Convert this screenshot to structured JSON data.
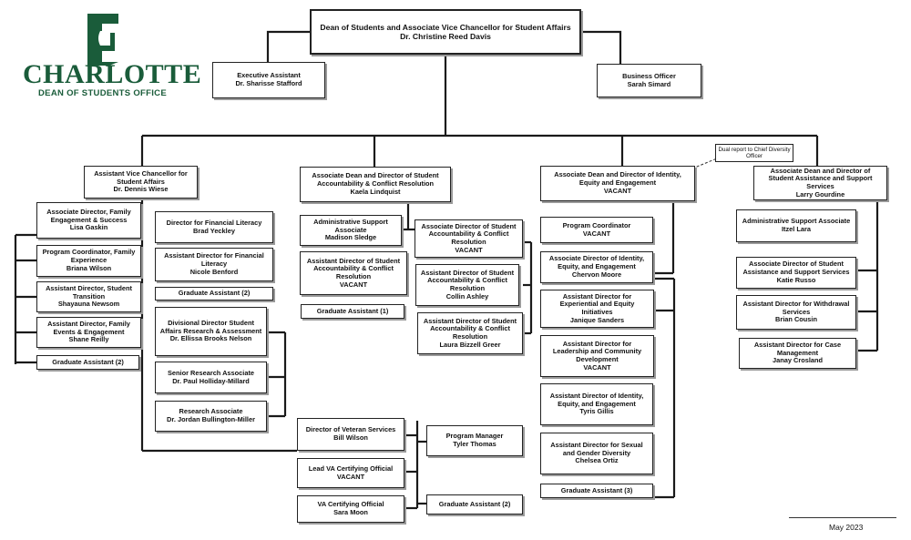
{
  "logo": {
    "wordmark": "CHARLOTTE",
    "subtitle": "DEAN OF STUDENTS OFFICE",
    "color": "#1a5c3a"
  },
  "date": "May 2023",
  "dual_report_note": "Dual report to Chief Diversity Officer",
  "boxes": {
    "dean": {
      "title": "Dean of Students and Associate Vice Chancellor for Student Affairs",
      "name": "Dr. Christine Reed Davis"
    },
    "exec_asst": {
      "title": "Executive Assistant",
      "name": "Dr. Sharisse Stafford"
    },
    "business_officer": {
      "title": "Business Officer",
      "name": "Sarah Simard"
    },
    "avc": {
      "title": "Assistant Vice Chancellor for Student Affairs",
      "name": "Dr. Dennis Wiese"
    },
    "assoc_dean_sacr": {
      "title": "Associate Dean and Director of Student Accountability & Conflict Resolution",
      "name": "Kaela Lindquist"
    },
    "assoc_dean_iee": {
      "title": "Associate Dean and Director of Identity, Equity and Engagement",
      "name": "VACANT"
    },
    "assoc_dean_sass": {
      "title": "Associate Dean and Director of Student Assistance and Support Services",
      "name": "Larry Gourdine"
    },
    "fam_eng": {
      "title": "Associate Director, Family Engagement & Success",
      "name": "Lisa Gaskin"
    },
    "prog_coord_fam": {
      "title": "Program Coordinator, Family Experience",
      "name": "Briana Wilson"
    },
    "asst_dir_transition": {
      "title": "Assistant Director, Student Transition",
      "name": "Shayauna Newsom"
    },
    "asst_dir_family_events": {
      "title": "Assistant Director, Family Events & Engagement",
      "name": "Shane Reilly"
    },
    "grad_asst_left": {
      "title": "Graduate Assistant (2)",
      "name": ""
    },
    "fin_lit_dir": {
      "title": "Director for Financial Literacy",
      "name": "Brad Yeckley"
    },
    "fin_lit_asst": {
      "title": "Assistant Director for Financial Literacy",
      "name": "Nicole Benford"
    },
    "grad_asst_fin": {
      "title": "Graduate Assistant (2)",
      "name": ""
    },
    "div_dir_research": {
      "title": "Divisional Director Student Affairs Research & Assessment",
      "name": "Dr. Ellissa Brooks Nelson"
    },
    "sr_research": {
      "title": "Senior Research Associate",
      "name": "Dr. Paul Holliday-Millard"
    },
    "research_assoc": {
      "title": "Research Associate",
      "name": "Dr. Jordan Bullington-Miller"
    },
    "admin_support_sacr": {
      "title": "Administrative Support Associate",
      "name": "Madison Sledge"
    },
    "asst_dir_sacr_vacant": {
      "title": "Assistant Director of Student Accountability & Conflict Resolution",
      "name": "VACANT"
    },
    "grad_asst_sacr": {
      "title": "Graduate Assistant (1)",
      "name": ""
    },
    "assoc_dir_sacr": {
      "title": "Associate Director of Student Accountability & Conflict Resolution",
      "name": "VACANT"
    },
    "asst_dir_sacr_collin": {
      "title": "Assistant Director of Student Accountability & Conflict Resolution",
      "name": "Collin Ashley"
    },
    "asst_dir_sacr_laura": {
      "title": "Assistant Director of Student Accountability & Conflict Resolution",
      "name": "Laura Bizzell Greer"
    },
    "veteran_dir": {
      "title": "Director of Veteran Services",
      "name": "Bill Wilson"
    },
    "lead_va": {
      "title": "Lead VA Certifying Official",
      "name": "VACANT"
    },
    "va_official": {
      "title": "VA Certifying Official",
      "name": "Sara Moon"
    },
    "prog_manager": {
      "title": "Program Manager",
      "name": "Tyler Thomas"
    },
    "grad_asst_vet": {
      "title": "Graduate Assistant (2)",
      "name": ""
    },
    "prog_coord_iee": {
      "title": "Program Coordinator",
      "name": "VACANT"
    },
    "assoc_dir_iee": {
      "title": "Associate Director of Identity, Equity, and Engagement",
      "name": "Chervon Moore"
    },
    "asst_dir_experiential": {
      "title": "Assistant Director for Experiential and Equity Initiatives",
      "name": "Janique Sanders"
    },
    "asst_dir_leadership": {
      "title": "Assistant Director for Leadership and Community Development",
      "name": "VACANT"
    },
    "asst_dir_iee": {
      "title": "Assistant Director of Identity, Equity, and Engagement",
      "name": "Tyris Gillis"
    },
    "asst_dir_sexual": {
      "title": "Assistant Director for Sexual and Gender Diversity",
      "name": "Chelsea Ortiz"
    },
    "grad_asst_iee": {
      "title": "Graduate Assistant (3)",
      "name": ""
    },
    "admin_support_sass": {
      "title": "Administrative Support Associate",
      "name": "Itzel Lara"
    },
    "assoc_dir_sass": {
      "title": "Associate Director of Student Assistance and Support Services",
      "name": "Katie Russo"
    },
    "asst_dir_withdrawal": {
      "title": "Assistant Director for Withdrawal Services",
      "name": "Brian Cousin"
    },
    "asst_dir_case": {
      "title": "Assistant Director for Case Management",
      "name": "Janay Crosland"
    }
  }
}
